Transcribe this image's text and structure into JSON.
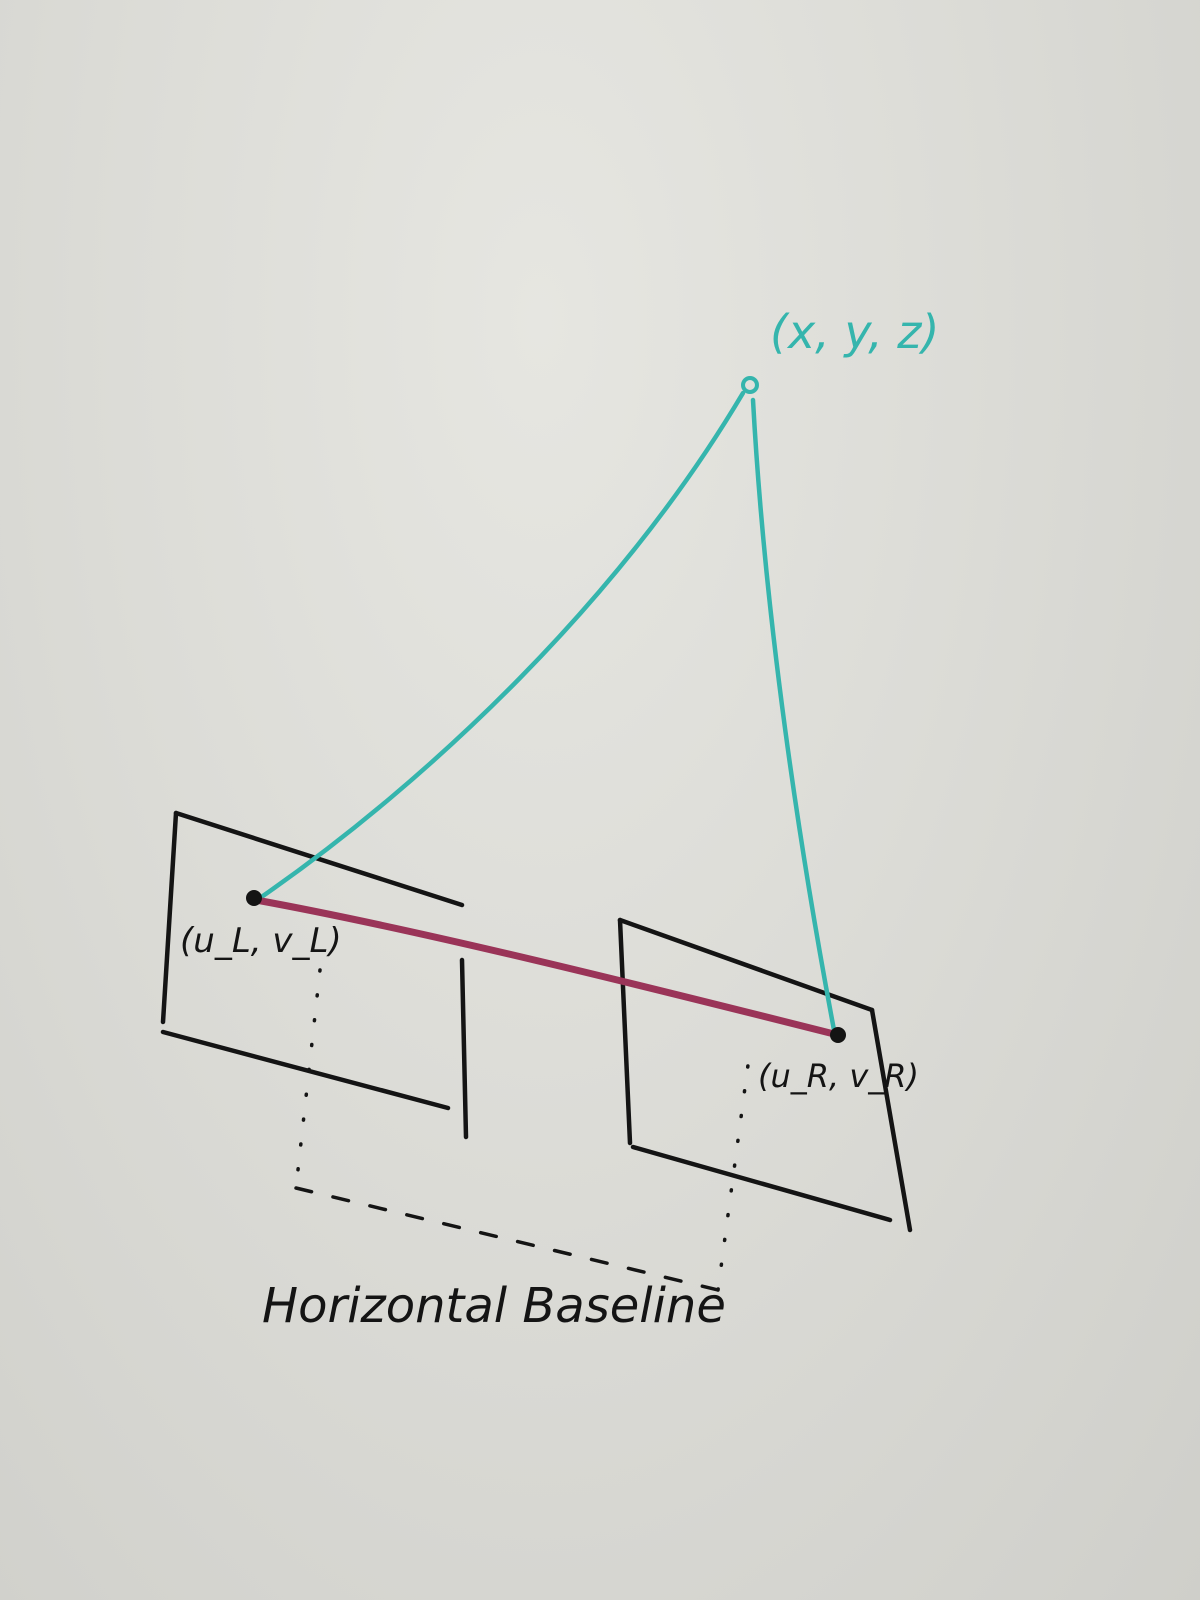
{
  "labels": {
    "point_3d": "(x, y, z)",
    "left_image_point": "(u_L, v_L)",
    "right_image_point": "(u_R, v_R)",
    "baseline": "Horizontal Baseline"
  },
  "colors": {
    "board": "#dcdcd7",
    "black_marker": "#141414",
    "teal_marker": "#35b5ad",
    "magenta_marker": "#9a3458"
  }
}
